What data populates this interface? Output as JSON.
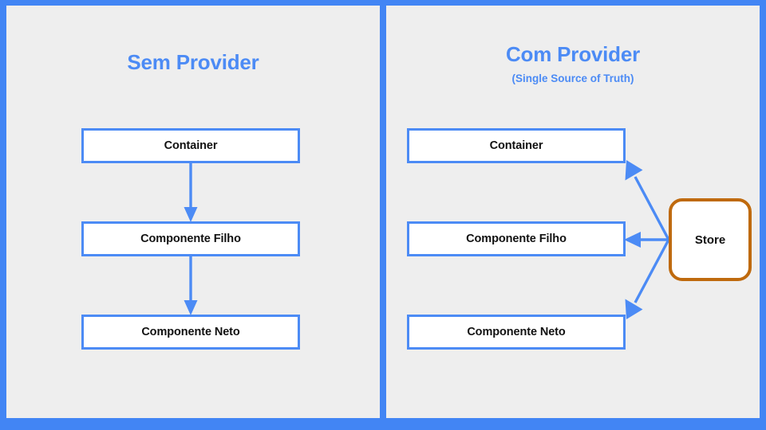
{
  "diagram": {
    "title_color": "#4c8bf5",
    "frame_color": "#4285f4",
    "panel_background": "#eeeeee",
    "node_border_color": "#4c8bf5",
    "store_border_color": "#bf6a0e",
    "arrow_color": "#4c8bf5",
    "panels": [
      {
        "id": "sem-provider",
        "title": "Sem Provider",
        "subtitle": "",
        "nodes": [
          {
            "id": "container",
            "label": "Container"
          },
          {
            "id": "componente-filho",
            "label": "Componente Filho"
          },
          {
            "id": "componente-neto",
            "label": "Componente Neto"
          }
        ],
        "edges": [
          {
            "from": "container",
            "to": "componente-filho",
            "style": "vertical-arrow"
          },
          {
            "from": "componente-filho",
            "to": "componente-neto",
            "style": "vertical-arrow"
          }
        ]
      },
      {
        "id": "com-provider",
        "title": "Com Provider",
        "subtitle": "(Single Source of Truth)",
        "nodes": [
          {
            "id": "container",
            "label": "Container"
          },
          {
            "id": "componente-filho",
            "label": "Componente Filho"
          },
          {
            "id": "componente-neto",
            "label": "Componente Neto"
          }
        ],
        "store": {
          "id": "store",
          "label": "Store"
        },
        "edges": [
          {
            "from": "store",
            "to": "container",
            "style": "diagonal-arrow-up"
          },
          {
            "from": "store",
            "to": "componente-filho",
            "style": "horizontal-arrow"
          },
          {
            "from": "store",
            "to": "componente-neto",
            "style": "diagonal-arrow-down"
          }
        ]
      }
    ]
  }
}
